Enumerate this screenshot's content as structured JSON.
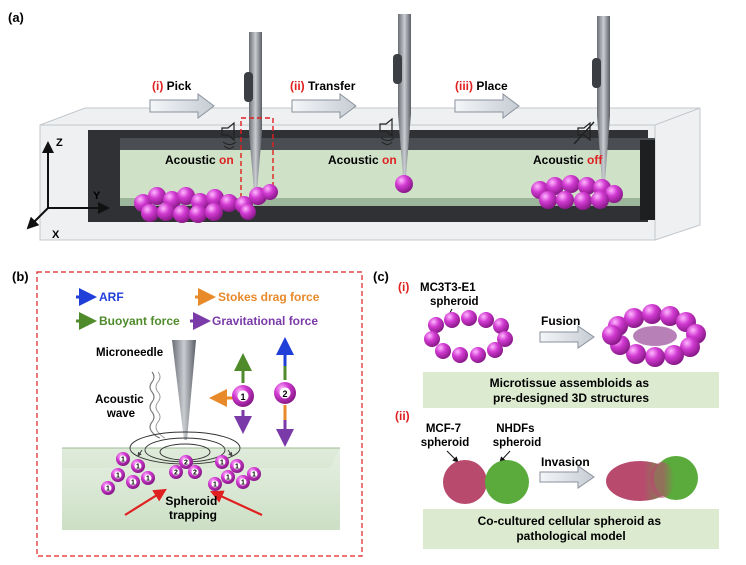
{
  "panel_a": {
    "label": "(a)",
    "steps": [
      {
        "num": "(i)",
        "text": "Pick"
      },
      {
        "num": "(ii)",
        "text": "Transfer"
      },
      {
        "num": "(iii)",
        "text": "Place"
      }
    ],
    "acoustic_word": "Acoustic",
    "acoustic_states": [
      "on",
      "on",
      "off"
    ],
    "axes": {
      "z": "Z",
      "y": "Y",
      "x": "X"
    }
  },
  "panel_b": {
    "label": "(b)",
    "legend": {
      "arf": "ARF",
      "stokes": "Stokes drag force",
      "buoyant": "Buoyant force",
      "gravitational": "Gravitational force"
    },
    "microneedle": "Microneedle",
    "acoustic_wave_line1": "Acoustic",
    "acoustic_wave_line2": "wave",
    "trapping_line1": "Spheroid",
    "trapping_line2": "trapping",
    "particle1": "1",
    "particle2": "2"
  },
  "panel_c": {
    "label": "(c)",
    "i": {
      "num": "(i)",
      "spheroid_line1": "MC3T3-E1",
      "spheroid_line2": "spheroid",
      "process": "Fusion",
      "caption_line1": "Microtissue assembloids as",
      "caption_line2": "pre-designed 3D structures"
    },
    "ii": {
      "num": "(ii)",
      "left_line1": "MCF-7",
      "left_line2": "spheroid",
      "right_line1": "NHDFs",
      "right_line2": "spheroid",
      "process": "Invasion",
      "caption_line1": "Co-cultured cellular spheroid as",
      "caption_line2": "pathological model"
    }
  },
  "colors": {
    "spheroid": "#cc33cc",
    "red_label": "#e02020",
    "arf": "#1f3fd8",
    "stokes": "#e8892a",
    "buoyant": "#4f8a2b",
    "gravitational": "#7a3aa8",
    "mcf7": "#b84a6e",
    "nhdf": "#5aab3c",
    "caption_bg": "#dcebd0"
  }
}
